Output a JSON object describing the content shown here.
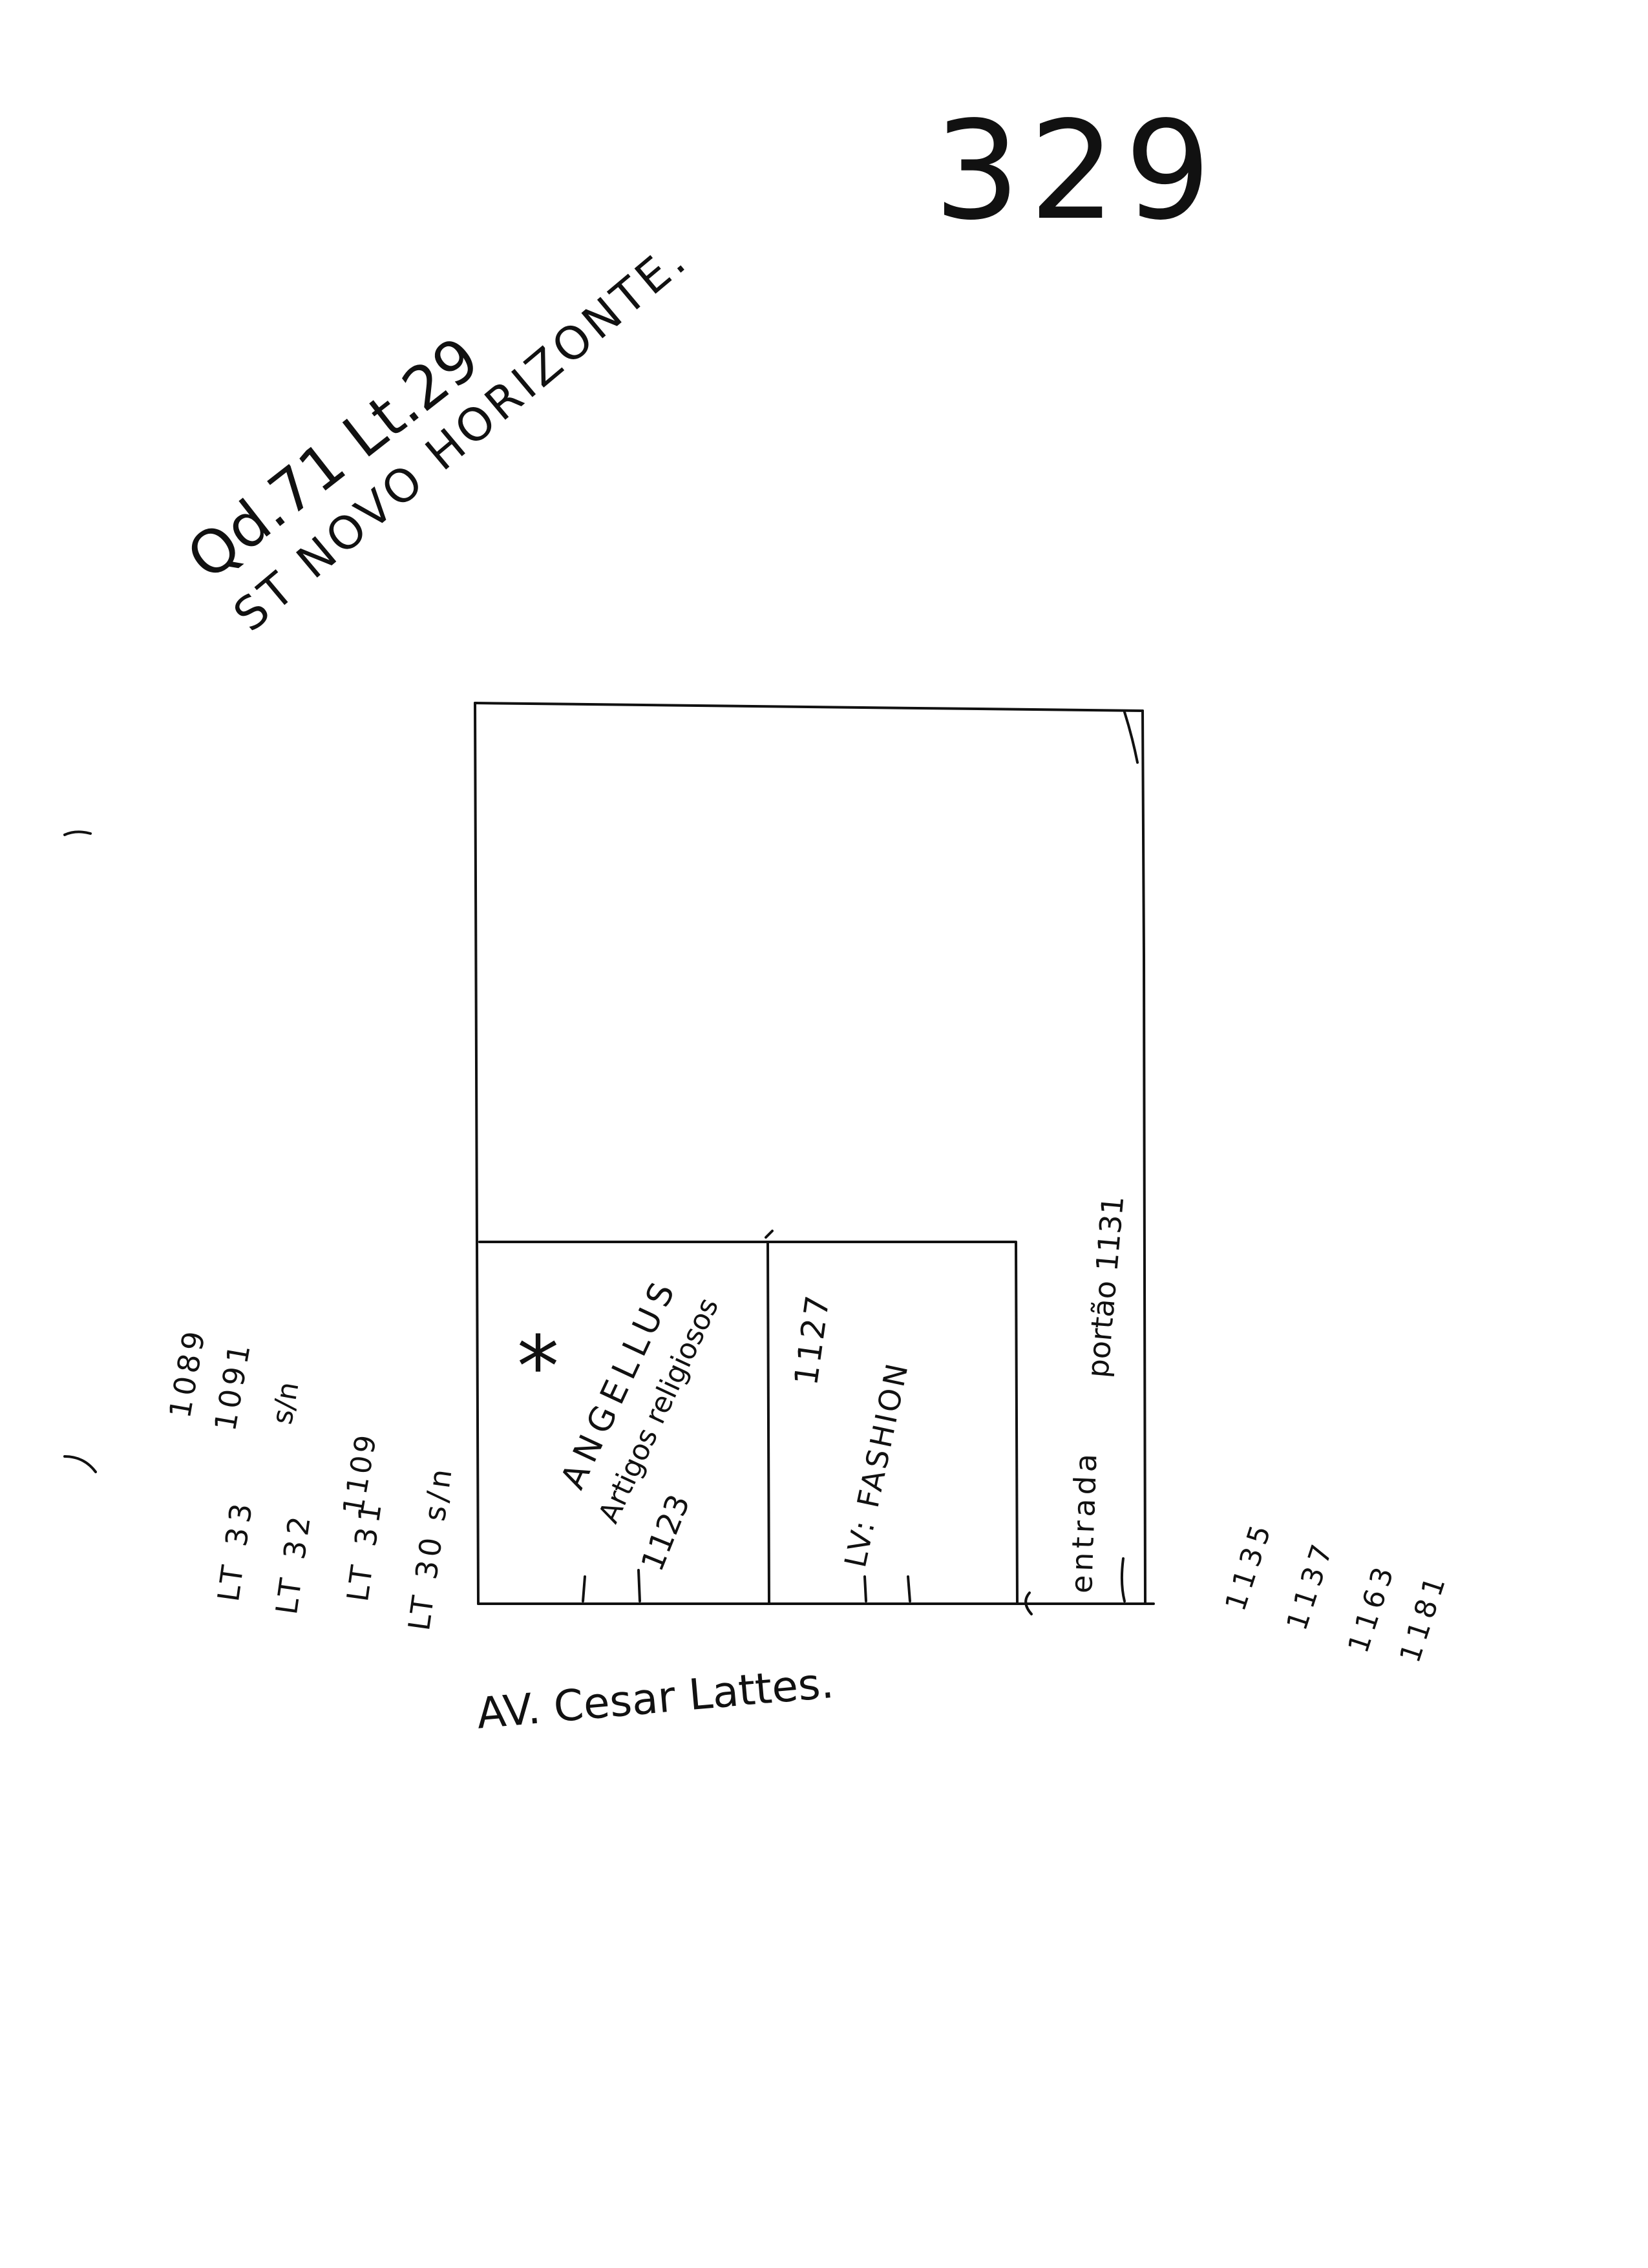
{
  "page_number": "329",
  "header": {
    "block_lot": "Qd.71 Lt.29",
    "sector": "ST NOVO HORIZONTE."
  },
  "plan": {
    "store_1": {
      "mark": "*",
      "name": "ANGELLUS",
      "subtitle": "Artigos religiosos",
      "number": "1123"
    },
    "store_2": {
      "number": "1127",
      "name": "LV: FASHION"
    },
    "store_3": {
      "entrance": "entrada",
      "number": "portão 1131"
    }
  },
  "left_lots": [
    {
      "number": "1089",
      "label": ""
    },
    {
      "number": "1091",
      "label": "LT 33"
    },
    {
      "number": "s/n",
      "label": "LT 32"
    },
    {
      "number": "1109",
      "label": "LT 31"
    },
    {
      "number": "",
      "label": "LT 30 s/n"
    }
  ],
  "right_numbers": [
    "1135",
    "1137",
    "1163",
    "1181"
  ],
  "street": "AV. Cesar Lattes."
}
